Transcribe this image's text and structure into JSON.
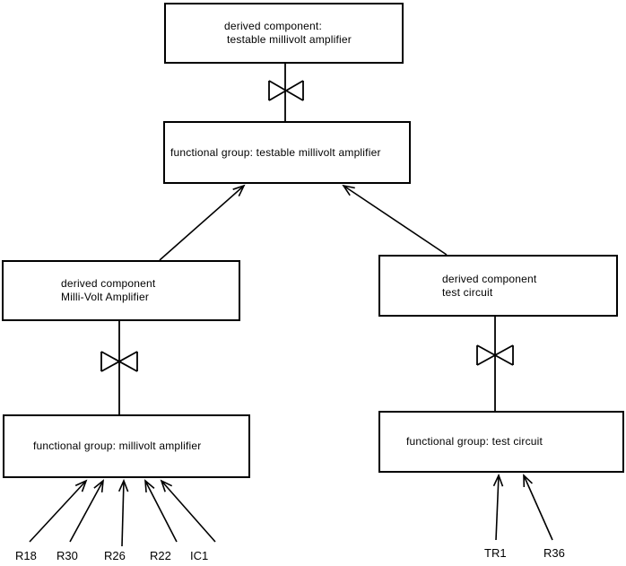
{
  "diagram": {
    "colors": {
      "background": "#ffffff",
      "line": "#000000",
      "text": "#000000"
    },
    "boxes": {
      "derived_testable": {
        "line1": "derived component:",
        "line2": "testable millivolt amplifier"
      },
      "fg_testable": {
        "label": "functional group: testable millivolt amplifier"
      },
      "derived_millivolt": {
        "line1": "derived component",
        "line2": "Milli-Volt Amplifier"
      },
      "derived_test": {
        "line1": "derived component",
        "line2": "test circuit"
      },
      "fg_millivolt": {
        "label": "functional group: millivolt amplifier"
      },
      "fg_test": {
        "label": "functional group: test circuit"
      }
    },
    "component_labels_left": [
      "R18",
      "R30",
      "R26",
      "R22",
      "IC1"
    ],
    "component_labels_right": [
      "TR1",
      "R36"
    ]
  }
}
